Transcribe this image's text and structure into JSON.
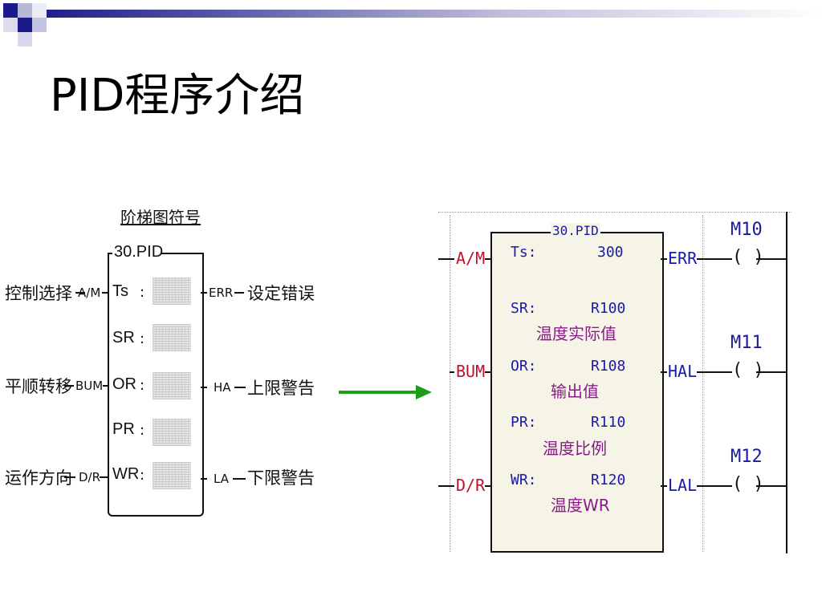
{
  "title": "PID程序介绍",
  "colors": {
    "arrow": "#1a9e1a",
    "input_pin": "#c0102a",
    "param": "#1a1aa8",
    "comment": "#8a1a8a",
    "coil": "#1a1a9e"
  },
  "left_diagram": {
    "heading": "阶梯图符号",
    "block_name": "30.PID",
    "inputs": [
      {
        "desc": "控制选择",
        "pin": "A/M"
      },
      {
        "desc": "平顺转移",
        "pin": "BUM"
      },
      {
        "desc": "运作方向",
        "pin": "D/R"
      }
    ],
    "params": [
      "Ts",
      "SR",
      "OR",
      "PR",
      "WR"
    ],
    "outputs": [
      {
        "pin": "ERR",
        "desc": "设定错误"
      },
      {
        "pin": "HA",
        "desc": "上限警告"
      },
      {
        "pin": "LA",
        "desc": "下限警告"
      }
    ]
  },
  "right_diagram": {
    "block_name": "30.PID",
    "inputs": [
      "A/M",
      "BUM",
      "D/R"
    ],
    "params": [
      {
        "name": "Ts:",
        "value": "300",
        "comment": ""
      },
      {
        "name": "SR:",
        "value": "R100",
        "comment": "温度实际值"
      },
      {
        "name": "OR:",
        "value": "R108",
        "comment": "输出值"
      },
      {
        "name": "PR:",
        "value": "R110",
        "comment": "温度比例"
      },
      {
        "name": "WR:",
        "value": "R120",
        "comment": "温度WR"
      }
    ],
    "outputs": [
      "ERR",
      "HAL",
      "LAL"
    ],
    "coils": [
      {
        "name": "M10",
        "symbol": "( )"
      },
      {
        "name": "M11",
        "symbol": "( )"
      },
      {
        "name": "M12",
        "symbol": "( )"
      }
    ]
  }
}
